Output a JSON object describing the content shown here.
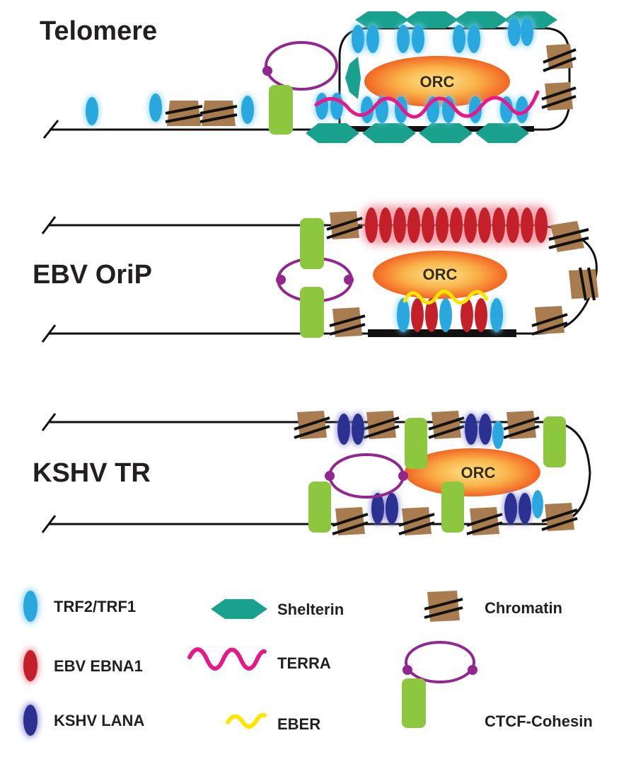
{
  "panels": [
    {
      "id": "telomere",
      "title": "Telomere",
      "orc": "ORC"
    },
    {
      "id": "ebv",
      "title": "EBV OriP",
      "orc": "ORC"
    },
    {
      "id": "kshv",
      "title": "KSHV TR",
      "orc": "ORC"
    }
  ],
  "legend": {
    "trf": "TRF2/TRF1",
    "ebna1": "EBV EBNA1",
    "lana": "KSHV LANA",
    "shelterin": "Shelterin",
    "terra": "TERRA",
    "eber": "EBER",
    "chromatin": "Chromatin",
    "ctcf": "CTCF-Cohesin"
  },
  "colors": {
    "trf": "#29a8e0",
    "ebna1": "#c4202a",
    "lana": "#2b3190",
    "shelterin": "#1aa18e",
    "terra": "#e6198a",
    "eber": "#ffe500",
    "chromatin": "#a87c4f",
    "ctcf_green": "#8dc63f",
    "ctcf_loop": "#92278f",
    "orc_outer": "#f26522",
    "orc_inner": "#fbd35c"
  }
}
